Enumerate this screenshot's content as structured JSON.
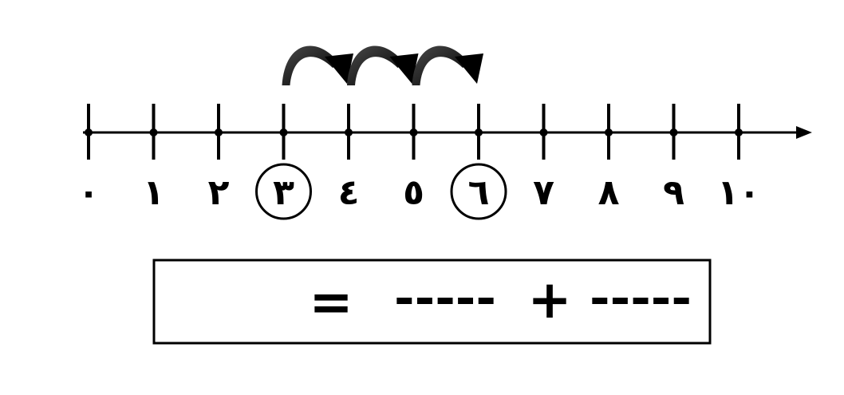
{
  "number_line": {
    "labels": [
      "٠",
      "١",
      "٢",
      "٣",
      "٤",
      "٥",
      "٦",
      "٧",
      "٨",
      "٩",
      "١٠"
    ],
    "circled_labels": [
      3,
      6
    ],
    "jumps": [
      [
        3,
        4
      ],
      [
        4,
        5
      ],
      [
        5,
        6
      ]
    ]
  },
  "equation": {
    "result_blank": "",
    "equals_sign": "=",
    "blank_1": "-----",
    "plus_sign": "+",
    "blank_2": "-----"
  },
  "colors": {
    "ink": "#000000",
    "background": "#ffffff"
  }
}
